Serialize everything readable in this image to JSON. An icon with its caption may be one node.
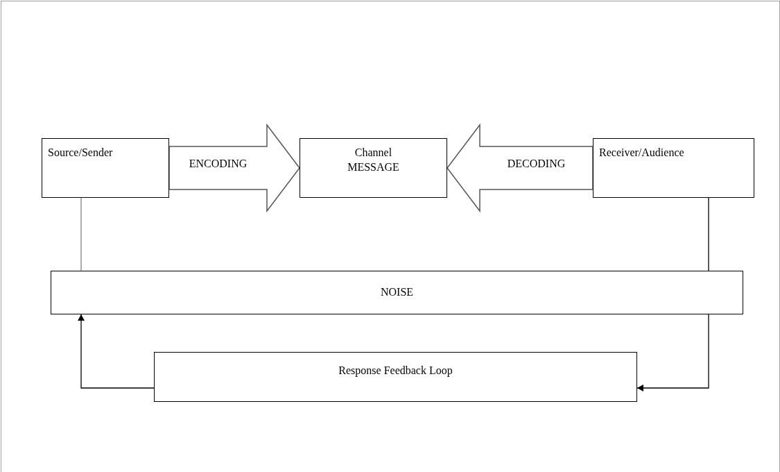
{
  "diagram": {
    "nodes": [
      {
        "text": [
          "Source/Sender"
        ]
      },
      {
        "text": [
          "Channel MESSAGE"
        ]
      },
      {
        "text": [
          "Receiver/Audience"
        ]
      },
      {
        "text": [
          "NOISE"
        ]
      },
      {
        "text": [
          "Response Feedback Loop"
        ]
      }
    ],
    "edges": [
      {
        "from": 0,
        "to": 1,
        "arrow": "to",
        "label": "ENCODING",
        "style": "thick"
      },
      {
        "from": 2,
        "to": 1,
        "arrow": "to",
        "label": "DECODING",
        "style": "thick"
      },
      {
        "from": 0,
        "to": 3,
        "arrow": "none",
        "color": "#808080"
      },
      {
        "from": 2,
        "to": 3,
        "arrow": "none"
      },
      {
        "from": 3,
        "to": 4,
        "arrow": "to"
      },
      {
        "from": 4,
        "to": 3,
        "arrow": "to"
      }
    ]
  }
}
